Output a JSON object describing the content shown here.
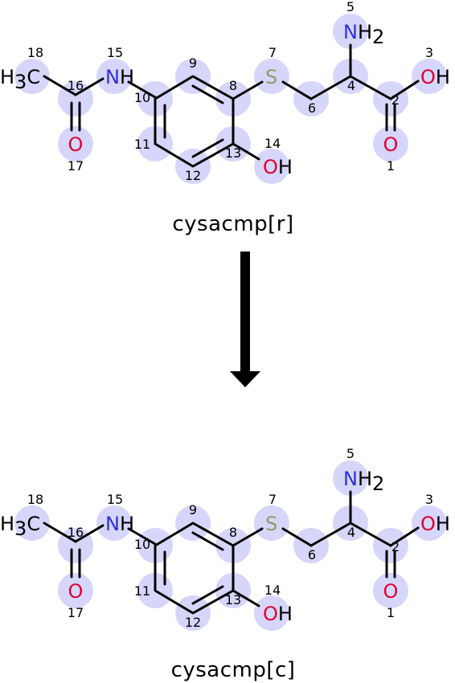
{
  "colors": {
    "highlight": "#d6d6fa",
    "nitrogen": "#3030e0",
    "oxygen": "#dd0033",
    "sulfur": "#999966",
    "carbon": "#000000",
    "bond": "#000000"
  },
  "reaction": {
    "reactant_label": "cysacmp[r]",
    "product_label": "cysacmp[c]",
    "arrow": "down-arrow"
  },
  "atom_labels": {
    "c18": [
      "H",
      "3",
      "C"
    ],
    "n15": [
      "N",
      "H"
    ],
    "s7": [
      "S"
    ],
    "n5": [
      "N",
      "H",
      "2"
    ],
    "o3": [
      "O",
      "H"
    ],
    "o14": [
      "O",
      "H"
    ],
    "o17": [
      "O"
    ],
    "o1": [
      "O"
    ]
  },
  "atom_numbers": [
    "1",
    "2",
    "3",
    "4",
    "5",
    "6",
    "7",
    "8",
    "9",
    "10",
    "11",
    "12",
    "13",
    "14",
    "15",
    "16",
    "17",
    "18"
  ]
}
